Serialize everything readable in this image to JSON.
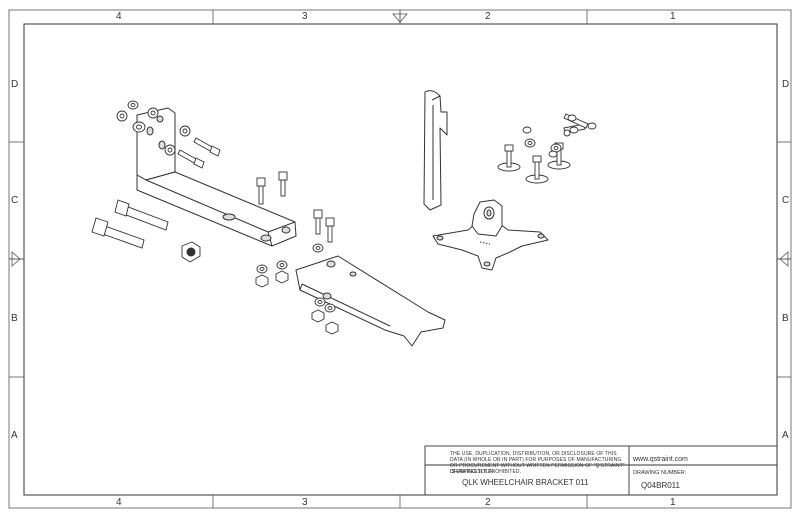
{
  "zones": {
    "columns": [
      "4",
      "3",
      "2",
      "1"
    ],
    "rows": [
      "D",
      "C",
      "B",
      "A"
    ]
  },
  "title_block": {
    "notice": "THE USE, DUPLICATION, DISTRIBUTION, OR DISCLOSURE OF THIS DATA (IN WHOLE OR IN PART) FOR PURPOSES OF MANUFACTURING OR PROCUREMENT WITHOUT WRITTEN PERMISSION OF \"Q'STRAINT\" IS EXPRESSLY PROHIBITED.",
    "website": "www.qstraint.com",
    "drawing_title_label": "DRAWING TITLE:",
    "drawing_title": "QLK WHEELCHAIR BRACKET 011",
    "drawing_number_label": "DRAWING NUMBER:",
    "drawing_number": "Q04BR011"
  },
  "colors": {
    "line": "#333333",
    "part_fill": "#ffffff",
    "hole": "#dddddd"
  }
}
